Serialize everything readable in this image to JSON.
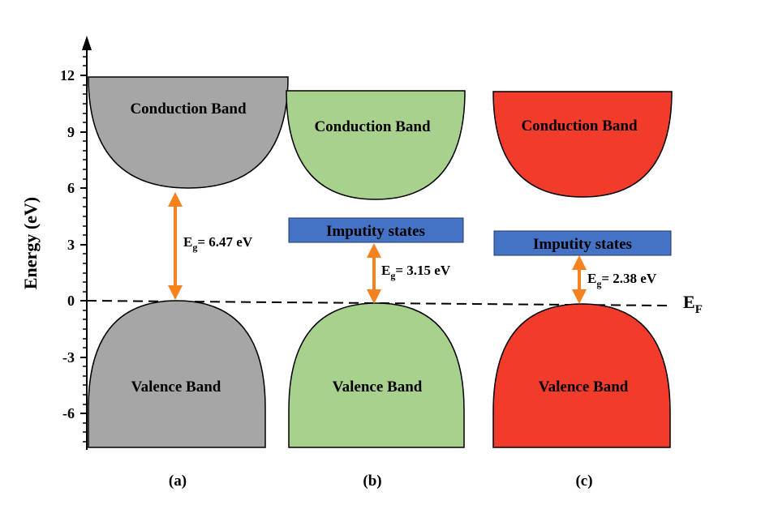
{
  "axis": {
    "y_label": "Energy (eV)",
    "ticks": [
      "12",
      "9",
      "6",
      "3",
      "0",
      "-3",
      "-6"
    ],
    "fermi_label_main": "E",
    "fermi_label_sub": "F"
  },
  "panels": [
    {
      "id": "a",
      "label": "(a)",
      "color": "#a6a6a6",
      "conduction_label": "Conduction Band",
      "valence_label": "Valence Band",
      "impurity_label": "",
      "gap_main": "E",
      "gap_sub": "g",
      "gap_value": "= 6.47 eV"
    },
    {
      "id": "b",
      "label": "(b)",
      "color": "#a9d18e",
      "conduction_label": "Conduction Band",
      "valence_label": "Valence Band",
      "impurity_label": "Imputity states",
      "gap_main": "E",
      "gap_sub": "g",
      "gap_value": "= 3.15 eV"
    },
    {
      "id": "c",
      "label": "(c)",
      "color": "#f23c2b",
      "conduction_label": "Conduction Band",
      "valence_label": "Valence Band",
      "impurity_label": "Imputity states",
      "gap_main": "E",
      "gap_sub": "g",
      "gap_value": "= 2.38 eV"
    }
  ],
  "colors": {
    "impurity": "#4472c4",
    "arrow": "#f5821f",
    "axis": "#000000"
  }
}
